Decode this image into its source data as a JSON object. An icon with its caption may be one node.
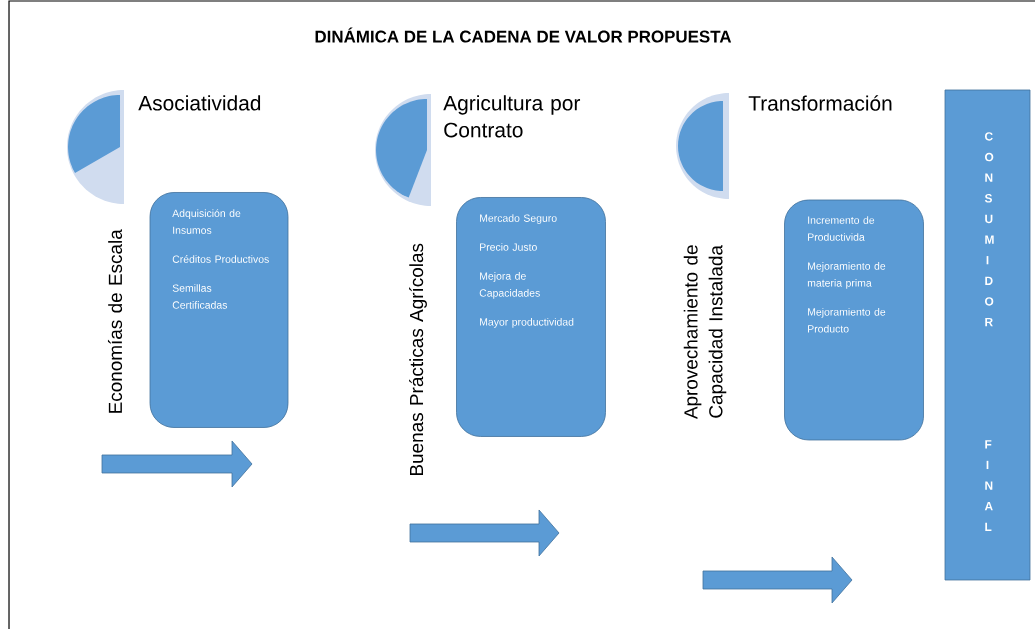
{
  "diagram": {
    "title": "DINÁMICA DE LA CADENA DE VALOR PROPUESTA",
    "nodes": [
      {
        "text": [
          "Asociatividad"
        ]
      },
      {
        "text": [
          "Adquisición de Insumos",
          "Créditos Productivos",
          "Semillas Certificadas"
        ]
      },
      {
        "text": [
          "Agricultura por Contrato"
        ]
      },
      {
        "text": [
          "Mercado Seguro",
          "Precio Justo",
          "Mejora de Capacidades",
          "Mayor productividad"
        ]
      },
      {
        "text": [
          "Transformación"
        ]
      },
      {
        "text": [
          "Incremento de Productivida",
          "Mejoramiento de materia prima",
          "Mejoramiento de Producto"
        ]
      },
      {
        "text": [
          "C O N S U M I D O R",
          "F I N A L"
        ]
      }
    ],
    "labels": [
      "Economías de Escala",
      "Buenas Prácticas Agrícolas",
      "Aprovechamiento de Capacidad Instalada"
    ]
  }
}
